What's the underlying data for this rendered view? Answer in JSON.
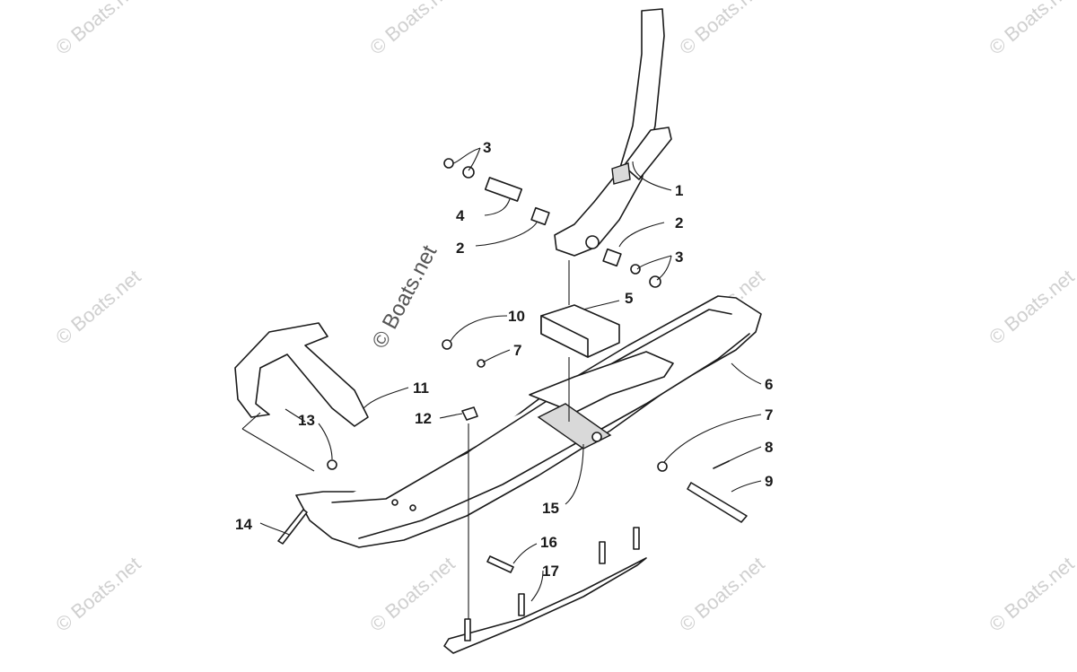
{
  "watermark": "© Boats.net",
  "callouts": [
    {
      "id": "1",
      "label": "1"
    },
    {
      "id": "2a",
      "label": "2"
    },
    {
      "id": "2b",
      "label": "2"
    },
    {
      "id": "3a",
      "label": "3"
    },
    {
      "id": "3b",
      "label": "3"
    },
    {
      "id": "4",
      "label": "4"
    },
    {
      "id": "5",
      "label": "5"
    },
    {
      "id": "6",
      "label": "6"
    },
    {
      "id": "7a",
      "label": "7"
    },
    {
      "id": "7b",
      "label": "7"
    },
    {
      "id": "8",
      "label": "8"
    },
    {
      "id": "9",
      "label": "9"
    },
    {
      "id": "10",
      "label": "10"
    },
    {
      "id": "11",
      "label": "11"
    },
    {
      "id": "12",
      "label": "12"
    },
    {
      "id": "13",
      "label": "13"
    },
    {
      "id": "14",
      "label": "14"
    },
    {
      "id": "15",
      "label": "15"
    },
    {
      "id": "16",
      "label": "16"
    },
    {
      "id": "17",
      "label": "17"
    }
  ]
}
